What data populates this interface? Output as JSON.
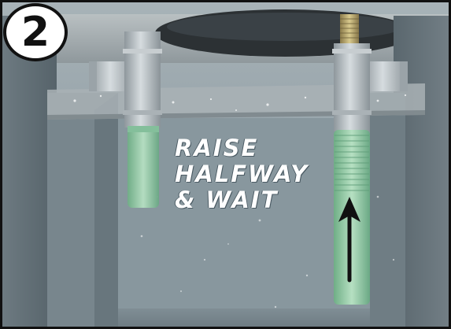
{
  "step": {
    "number": "2"
  },
  "instruction": {
    "lines": [
      "RAISE",
      "HALFWAY",
      "& WAIT"
    ]
  },
  "colors": {
    "concrete": "#5f6d75",
    "water": "#8f9ea6",
    "pipe_gray": "#b4bcc0",
    "hose_green": "#8ec7a0",
    "arrow": "#111111",
    "text": "#ffffff"
  },
  "icons": {
    "direction_arrow": "up-arrow-icon"
  }
}
